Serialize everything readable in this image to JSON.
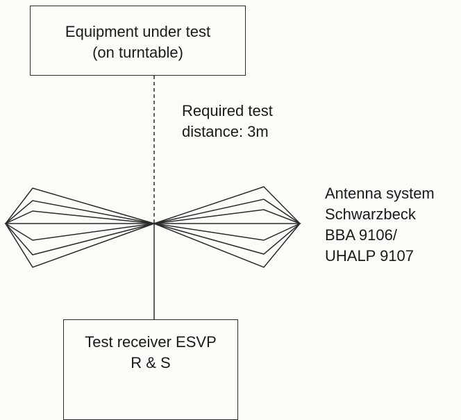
{
  "eut_box": {
    "line1": "Equipment under test",
    "line2": "(on turntable)"
  },
  "distance_label": {
    "line1": "Required test",
    "line2": "distance: 3m"
  },
  "antenna_label": {
    "line1": "Antenna system",
    "line2": "Schwarzbeck",
    "line3": "BBA 9106/",
    "line4": "UHALP 9107"
  },
  "receiver_box": {
    "line1": "Test receiver ESVP",
    "line2": "R & S"
  }
}
